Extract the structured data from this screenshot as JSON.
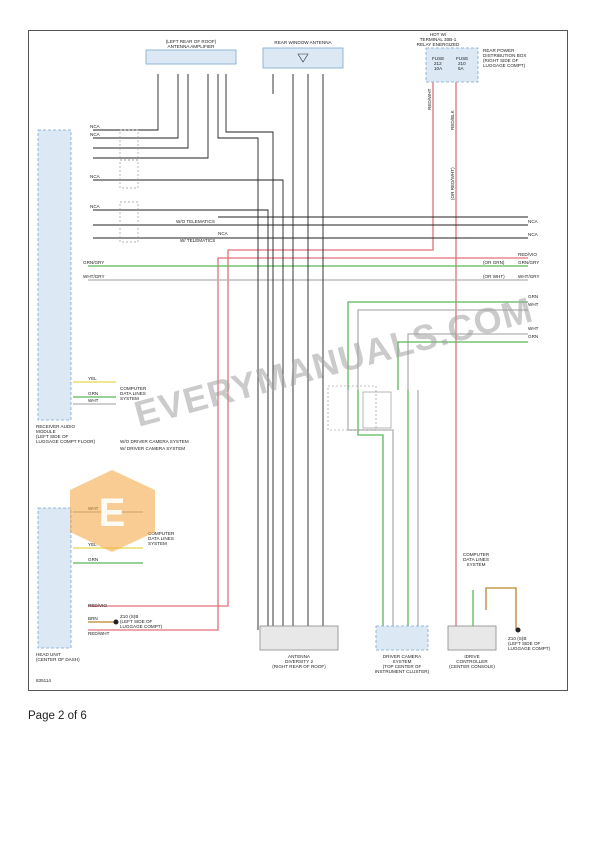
{
  "diagram": {
    "top_labels": {
      "antenna_amp": [
        "(LEFT REAR OF ROOF)",
        "ANTENNA AMPLIFIER"
      ],
      "rear_window": [
        "REAR WINDOW ANTENNA"
      ],
      "hot_at": [
        "HOT W/",
        "TERMINAL 30B-1",
        "RELAY ENERGIZED"
      ],
      "rear_power": [
        "REAR POWER",
        "DISTRIBUTION BOX",
        "(RIGHT SIDE OF",
        "LUGGAGE COMPT)"
      ]
    },
    "fuses": [
      {
        "lines": [
          "FUSE",
          "212",
          "10A"
        ]
      },
      {
        "lines": [
          "FUSE",
          "210",
          "5A"
        ]
      }
    ],
    "receiver_module": [
      "RECEIVER AUDIO",
      "MODULE",
      "(LEFT SIDE OF",
      "LUGGAGE COMPT FLOOR)"
    ],
    "head_unit": [
      "HEAD UNIT",
      "(CENTER OF DASH)"
    ],
    "antenna_diversity": [
      "ANTENNA",
      "DIVERSITY 2",
      "(RIGHT REAR OF ROOF)"
    ],
    "driver_camera": [
      "DRIVER CAMERA",
      "SYSTEM",
      "(TOP CENTER OF",
      "INSTRUMENT CLUSTER)"
    ],
    "idrive": [
      "IDRIVE",
      "CONTROLLER",
      "(CENTER CONSOLE)"
    ],
    "z10": [
      "Z10 (S)B",
      "(LEFT SIDE OF",
      "LUGGAGE COMPT)"
    ],
    "z10_right": [
      "Z10 (S)B",
      "(LEFT SIDE OF",
      "LUGGAGE COMPT)"
    ],
    "data_lines_1": [
      "COMPUTER",
      "DATA LINES",
      "SYSTEM"
    ],
    "data_lines_2": [
      "COMPUTER",
      "DATA LINES",
      "SYSTEM"
    ],
    "data_lines_3": [
      "COMPUTER",
      "DATA LINES",
      "SYSTEM"
    ],
    "legend": [
      "W/O DRIVER CAMERA SYSTEM",
      "W/ DRIVER CAMERA SYSTEM"
    ],
    "telematics": {
      "wo": "W/O TELEMATICS",
      "w": "W/ TELEMATICS"
    },
    "wires": {
      "nca": "NCA",
      "yel": "YEL",
      "grn": "GRN",
      "wht": "WHT",
      "brn": "BRN",
      "red_wht": "RED/WHT",
      "red_blk": "RED/BLK",
      "red_vio": "RED/VIO",
      "grn_gry": "GRN/GRY",
      "wht_gry": "WHT/GRY",
      "or_grn": "(OR GRN)",
      "or_wht": "(OR WHT)",
      "or_red_wht": "(OR RED/WHT)"
    },
    "figure_id": "835114"
  },
  "page_label": "Page 2 of 6",
  "watermark": "EVERYMANUALS.COM",
  "colors": {
    "red": "#e0707a",
    "green": "#5cb85c",
    "yellow": "#e8d84a",
    "brown": "#b8862a",
    "gray": "#b0b0b0",
    "black": "#222222",
    "watermark_orange": "#f2a33a"
  }
}
